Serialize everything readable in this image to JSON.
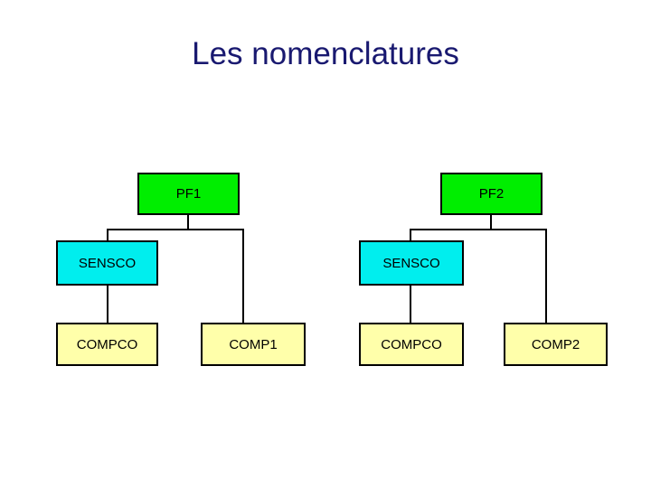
{
  "slide": {
    "title": "Les nomenclatures",
    "title_color": "#191970",
    "background_color": "#ffffff"
  },
  "palette": {
    "product_fill": "#00ee00",
    "assembly_fill": "#00eeee",
    "component_fill": "#ffffaa",
    "border": "#000000",
    "text": "#000000"
  },
  "diagram": {
    "type": "bill-of-materials-tree",
    "trees": [
      {
        "id": "tree-pf1",
        "root": {
          "label": "PF1",
          "level": "product"
        },
        "children": [
          {
            "label": "SENSCO",
            "level": "assembly",
            "children": [
              {
                "label": "COMPCO",
                "level": "component"
              }
            ]
          },
          {
            "label": "COMP1",
            "level": "component"
          }
        ]
      },
      {
        "id": "tree-pf2",
        "root": {
          "label": "PF2",
          "level": "product"
        },
        "children": [
          {
            "label": "SENSCO",
            "level": "assembly",
            "children": [
              {
                "label": "COMPCO",
                "level": "component"
              }
            ]
          },
          {
            "label": "COMP2",
            "level": "component"
          }
        ]
      }
    ]
  },
  "nodes": {
    "pf1": "PF1",
    "pf2": "PF2",
    "sensco_left": "SENSCO",
    "sensco_right": "SENSCO",
    "compco_left": "COMPCO",
    "compco_right": "COMPCO",
    "comp1": "COMP1",
    "comp2": "COMP2"
  }
}
